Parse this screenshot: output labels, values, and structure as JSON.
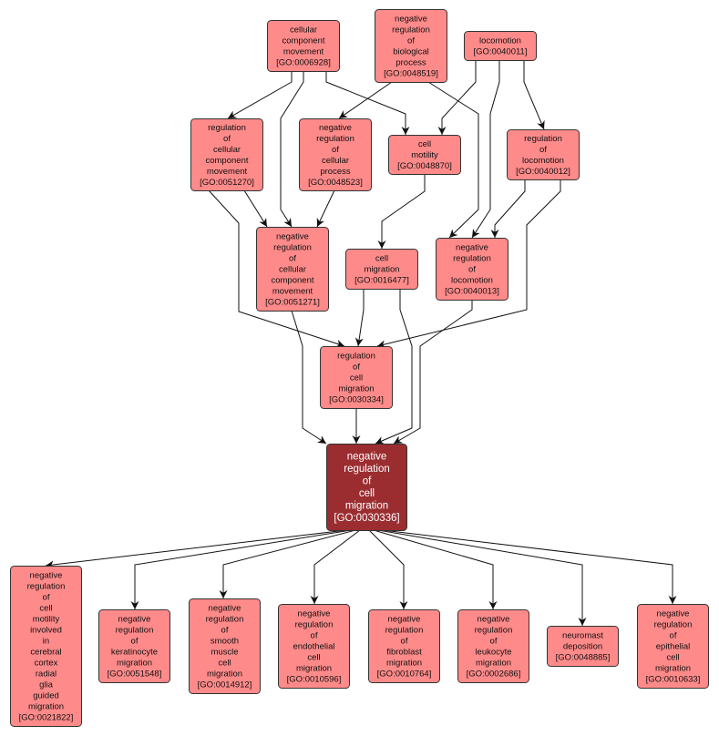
{
  "colors": {
    "node_fill": "#ff8a8a",
    "focus_fill": "#9b2d30",
    "edge": "#111111"
  },
  "nodes": [
    {
      "id": "n1",
      "lines": [
        "cellular",
        "component",
        "movement"
      ],
      "go": "[GO:0006928]"
    },
    {
      "id": "n2",
      "lines": [
        "negative",
        "regulation",
        "of",
        "biological",
        "process"
      ],
      "go": "[GO:0048519]"
    },
    {
      "id": "n3",
      "lines": [
        "locomotion"
      ],
      "go": "[GO:0040011]"
    },
    {
      "id": "n4",
      "lines": [
        "regulation",
        "of",
        "cellular",
        "component",
        "movement"
      ],
      "go": "[GO:0051270]"
    },
    {
      "id": "n5",
      "lines": [
        "negative",
        "regulation",
        "of",
        "cellular",
        "process"
      ],
      "go": "[GO:0048523]"
    },
    {
      "id": "n6",
      "lines": [
        "cell",
        "motility"
      ],
      "go": "[GO:0048870]"
    },
    {
      "id": "n7",
      "lines": [
        "regulation",
        "of",
        "locomotion"
      ],
      "go": "[GO:0040012]"
    },
    {
      "id": "n8",
      "lines": [
        "negative",
        "regulation",
        "of",
        "cellular",
        "component",
        "movement"
      ],
      "go": "[GO:0051271]"
    },
    {
      "id": "n9",
      "lines": [
        "cell",
        "migration"
      ],
      "go": "[GO:0016477]"
    },
    {
      "id": "n10",
      "lines": [
        "negative",
        "regulation",
        "of",
        "locomotion"
      ],
      "go": "[GO:0040013]"
    },
    {
      "id": "n11",
      "lines": [
        "regulation",
        "of",
        "cell",
        "migration"
      ],
      "go": "[GO:0030334]"
    },
    {
      "id": "n12",
      "lines": [
        "negative",
        "regulation",
        "of",
        "cell",
        "migration"
      ],
      "go": "[GO:0030336]",
      "focus": true
    },
    {
      "id": "b1",
      "lines": [
        "negative",
        "regulation",
        "of",
        "cell",
        "motility",
        "involved",
        "in",
        "cerebral",
        "cortex",
        "radial",
        "glia",
        "guided",
        "migration"
      ],
      "go": "[GO:0021822]"
    },
    {
      "id": "b2",
      "lines": [
        "negative",
        "regulation",
        "of",
        "keratinocyte",
        "migration"
      ],
      "go": "[GO:0051548]"
    },
    {
      "id": "b3",
      "lines": [
        "negative",
        "regulation",
        "of",
        "smooth",
        "muscle",
        "cell",
        "migration"
      ],
      "go": "[GO:0014912]"
    },
    {
      "id": "b4",
      "lines": [
        "negative",
        "regulation",
        "of",
        "endothelial",
        "cell",
        "migration"
      ],
      "go": "[GO:0010596]"
    },
    {
      "id": "b5",
      "lines": [
        "negative",
        "regulation",
        "of",
        "fibroblast",
        "migration"
      ],
      "go": "[GO:0010764]"
    },
    {
      "id": "b6",
      "lines": [
        "negative",
        "regulation",
        "of",
        "leukocyte",
        "migration"
      ],
      "go": "[GO:0002686]"
    },
    {
      "id": "b7",
      "lines": [
        "neuromast",
        "deposition"
      ],
      "go": "[GO:0048885]"
    },
    {
      "id": "b8",
      "lines": [
        "negative",
        "regulation",
        "of",
        "epithelial",
        "cell",
        "migration"
      ],
      "go": "[GO:0010633]"
    }
  ]
}
